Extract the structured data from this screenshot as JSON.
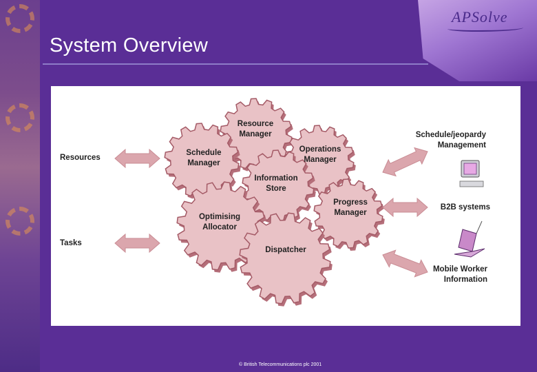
{
  "slide": {
    "title": "System Overview",
    "logo_text": "APSolve",
    "footer": "© British Telecommunications plc 2001"
  },
  "colors": {
    "background": "#5a2e96",
    "gear_fill": "#e9c2c6",
    "gear_stroke": "#a45a66",
    "arrow": "#dba6ad"
  },
  "diagram": {
    "left_inputs": [
      "Resources",
      "Tasks"
    ],
    "gears": {
      "resource_manager": "Resource\nManager",
      "schedule_manager": "Schedule\nManager",
      "operations_manager": "Operations\nManager",
      "information_store": "Information\nStore",
      "progress_manager": "Progress\nManager",
      "optimising_allocator": "Optimising\nAllocator",
      "dispatcher": "Dispatcher"
    },
    "right_outputs": {
      "schedule_jeopardy": "Schedule/jeopardy\nManagement",
      "b2b": "B2B systems",
      "mobile_worker": "Mobile Worker\nInformation"
    },
    "icons": [
      "computer-monitor-icon",
      "laptop-icon"
    ]
  }
}
